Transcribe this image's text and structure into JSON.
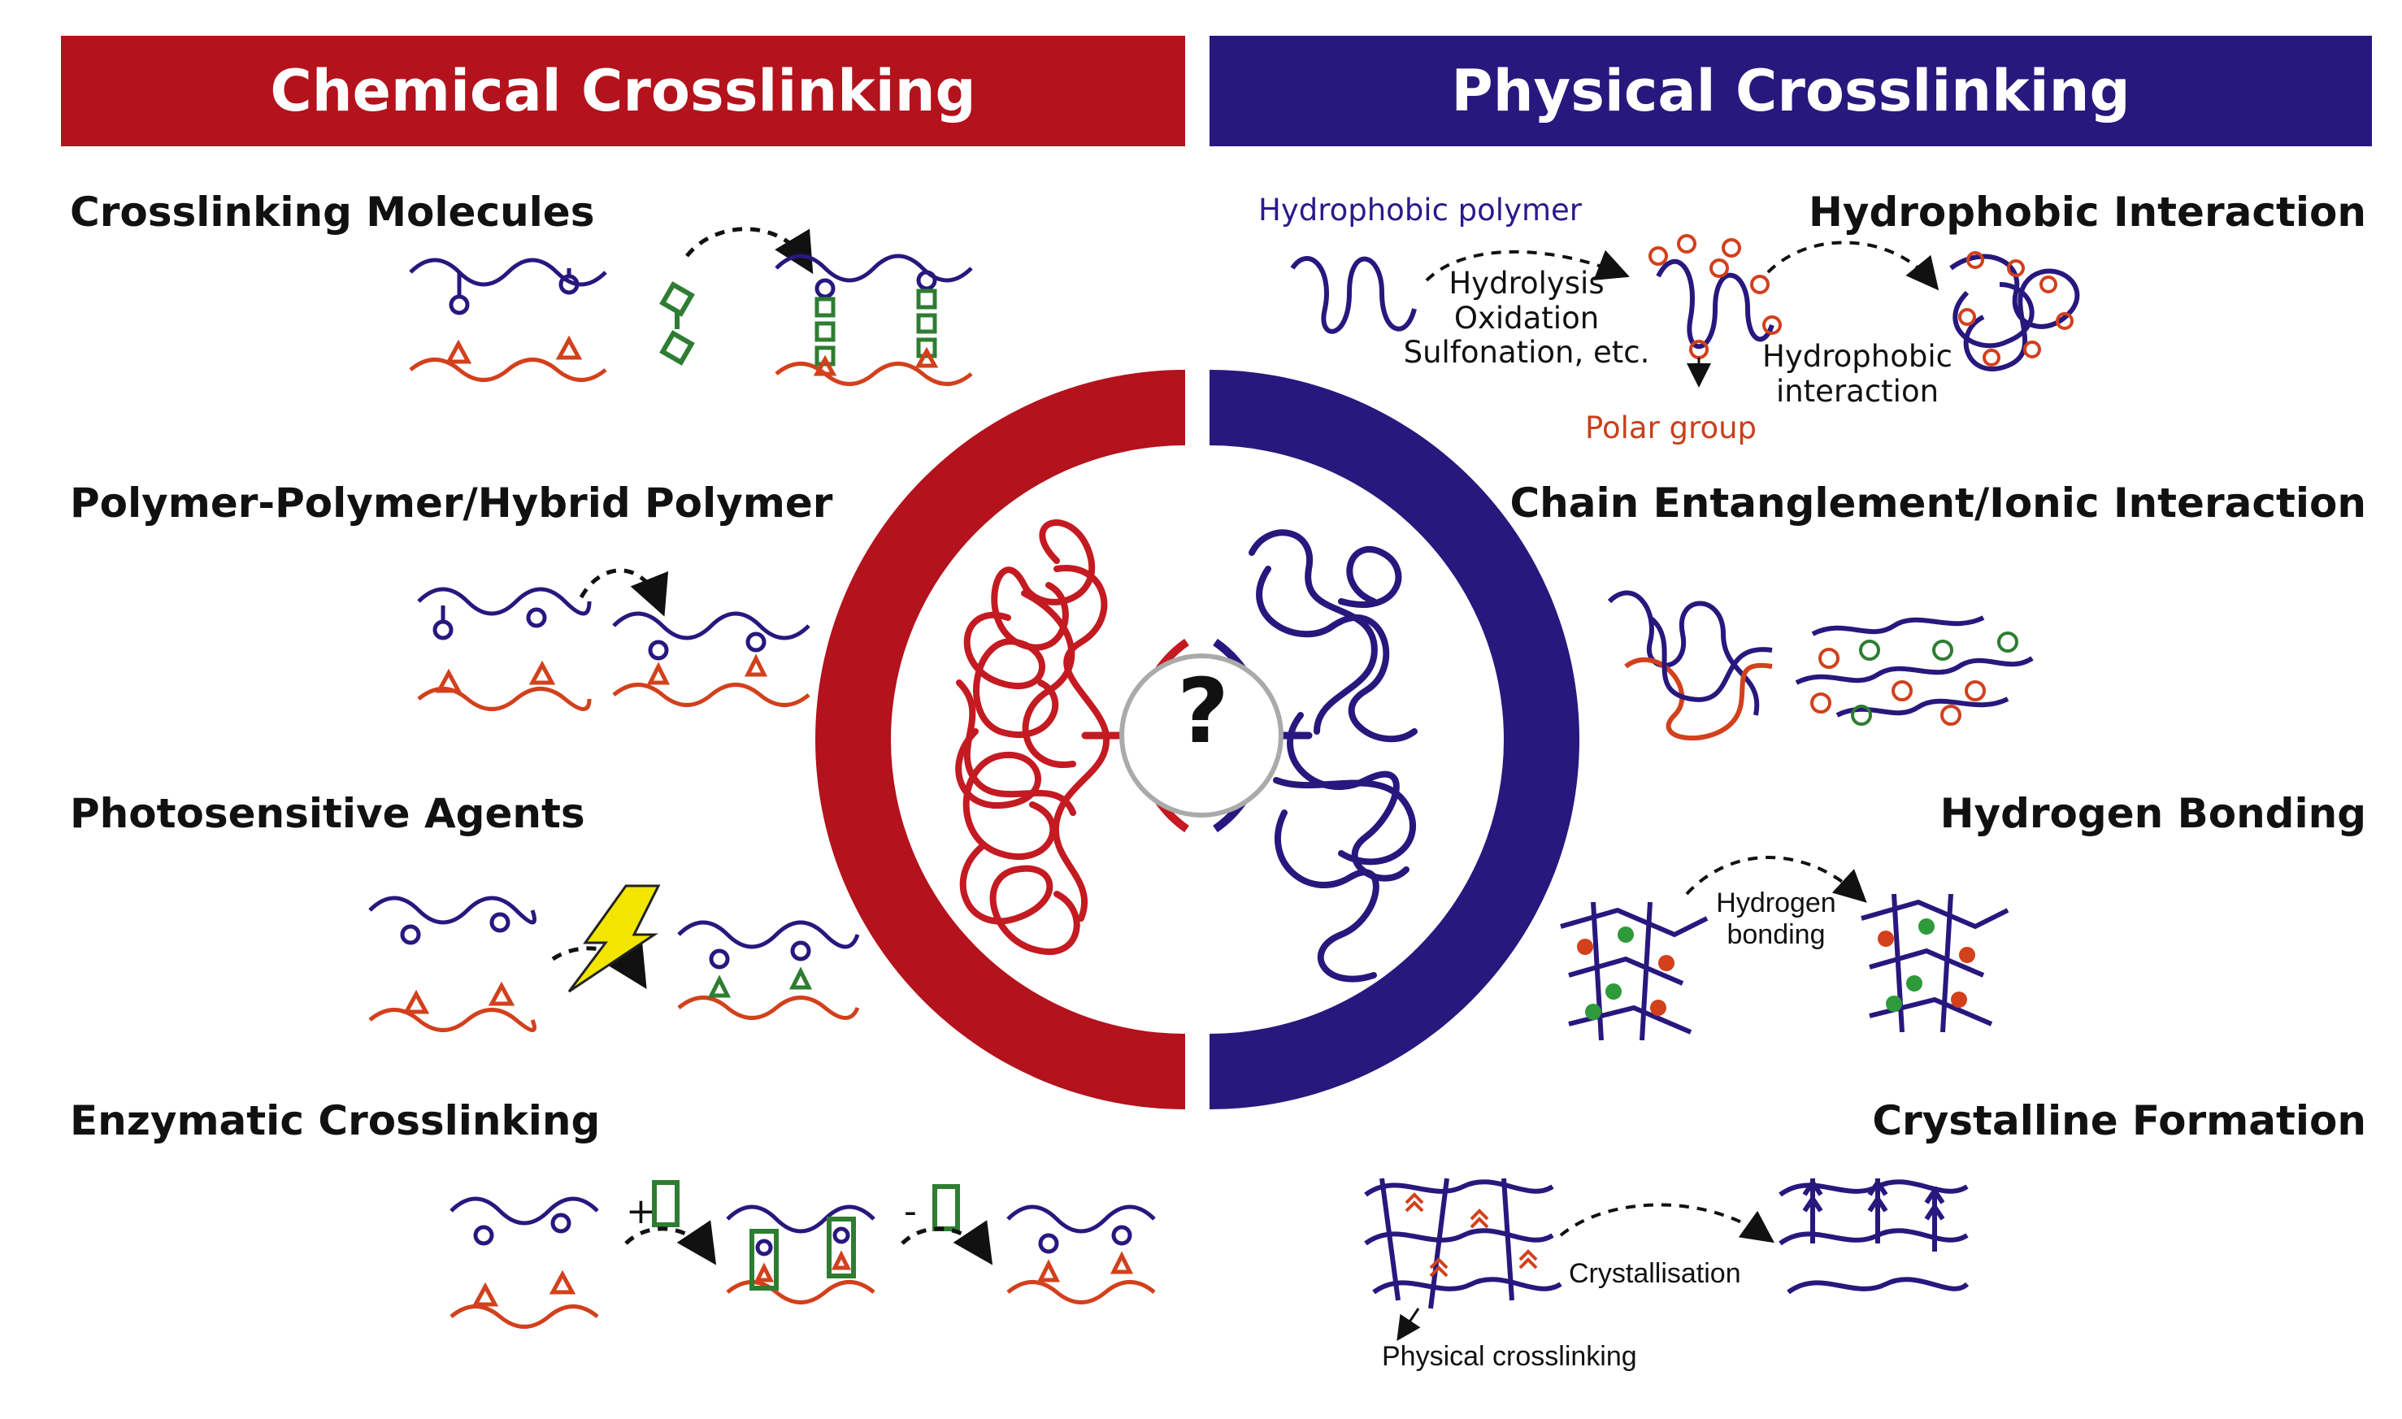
{
  "headers": {
    "chemical": "Chemical Crosslinking",
    "physical": "Physical Crosslinking"
  },
  "chemical_sections": {
    "crosslinking_molecules": "Crosslinking Molecules",
    "polymer_polymer": "Polymer-Polymer/Hybrid Polymer",
    "photosensitive": "Photosensitive Agents",
    "enzymatic": "Enzymatic Crosslinking"
  },
  "physical_sections": {
    "hydrophobic": "Hydrophobic Interaction",
    "chain_entanglement": "Chain Entanglement/Ionic Interaction",
    "hydrogen_bonding": "Hydrogen Bonding",
    "crystalline": "Crystalline Formation"
  },
  "hydrophobic_panel": {
    "polymer_label": "Hydrophobic polymer",
    "process_lines": [
      "Hydrolysis",
      "Oxidation",
      "Sulfonation, etc."
    ],
    "polar_group": "Polar group",
    "interaction_lines": [
      "Hydrophobic",
      "interaction"
    ]
  },
  "hydrogen_panel": {
    "bonding_lines": [
      "Hydrogen",
      "bonding"
    ]
  },
  "crystalline_panel": {
    "crystallisation": "Crystallisation",
    "physical_crosslinking": "Physical crosslinking"
  },
  "center": {
    "symbol": "?"
  },
  "colors": {
    "red": "#b4121c",
    "blue": "#27187e",
    "orange_red": "#d2401c",
    "green": "#2e7d32",
    "yellow": "#f2e600"
  }
}
